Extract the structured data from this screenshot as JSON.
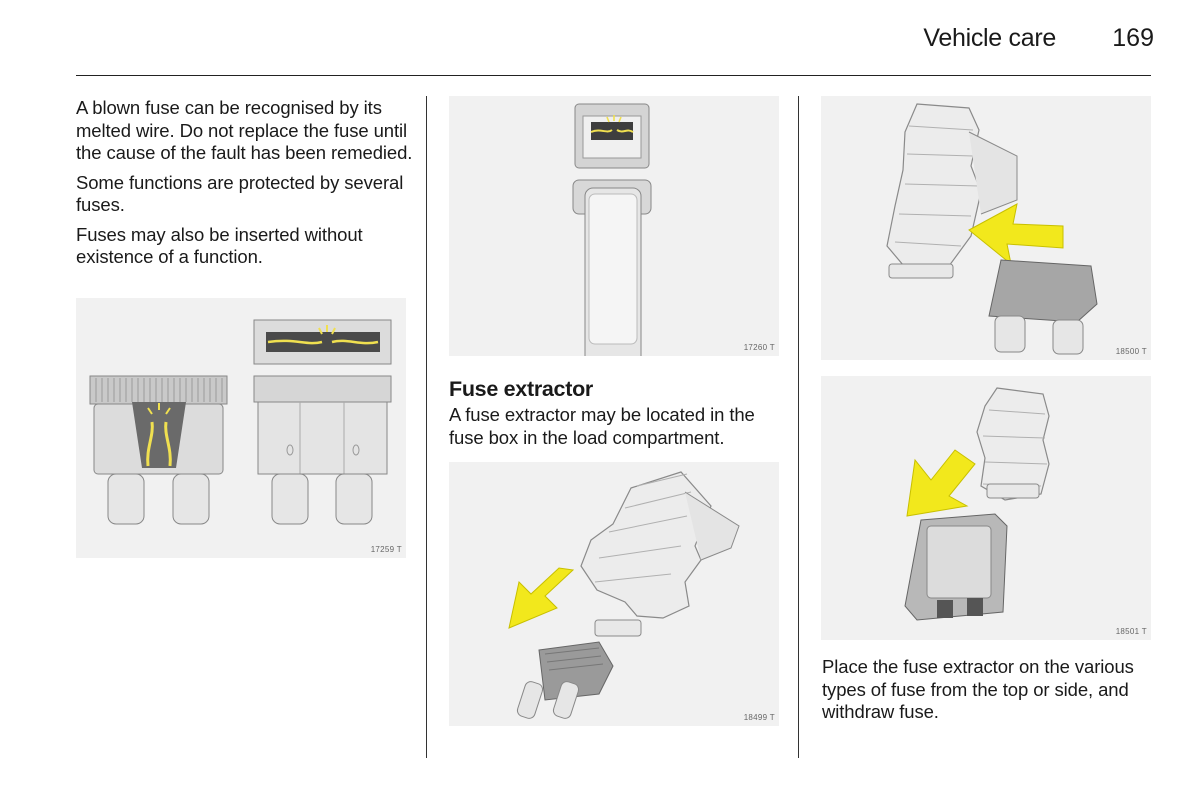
{
  "header": {
    "section_title": "Vehicle care",
    "page_number": "169"
  },
  "column1": {
    "paragraphs": [
      "A blown fuse can be recognised by its melted wire. Do not replace the fuse until the cause of the fault has been remedied.",
      "Some functions are protected by several fuses.",
      "Fuses may also be inserted without existence of a function."
    ],
    "figure_id": "17259 T"
  },
  "column2": {
    "figure_top_id": "17260 T",
    "heading": "Fuse extractor",
    "paragraph": "A fuse extractor may be located in the fuse box in the load compartment.",
    "figure_bottom_id": "18499 T"
  },
  "column3": {
    "figure_top_id": "18500 T",
    "figure_bottom_id": "18501 T",
    "paragraph": "Place the fuse extractor on the various types of fuse from the top or side, and withdraw fuse."
  },
  "colors": {
    "arrow": "#f2e81c",
    "filament": "#f0e050",
    "fuse_body": "#d8d8d8",
    "figure_bg": "#f1f1f1"
  }
}
